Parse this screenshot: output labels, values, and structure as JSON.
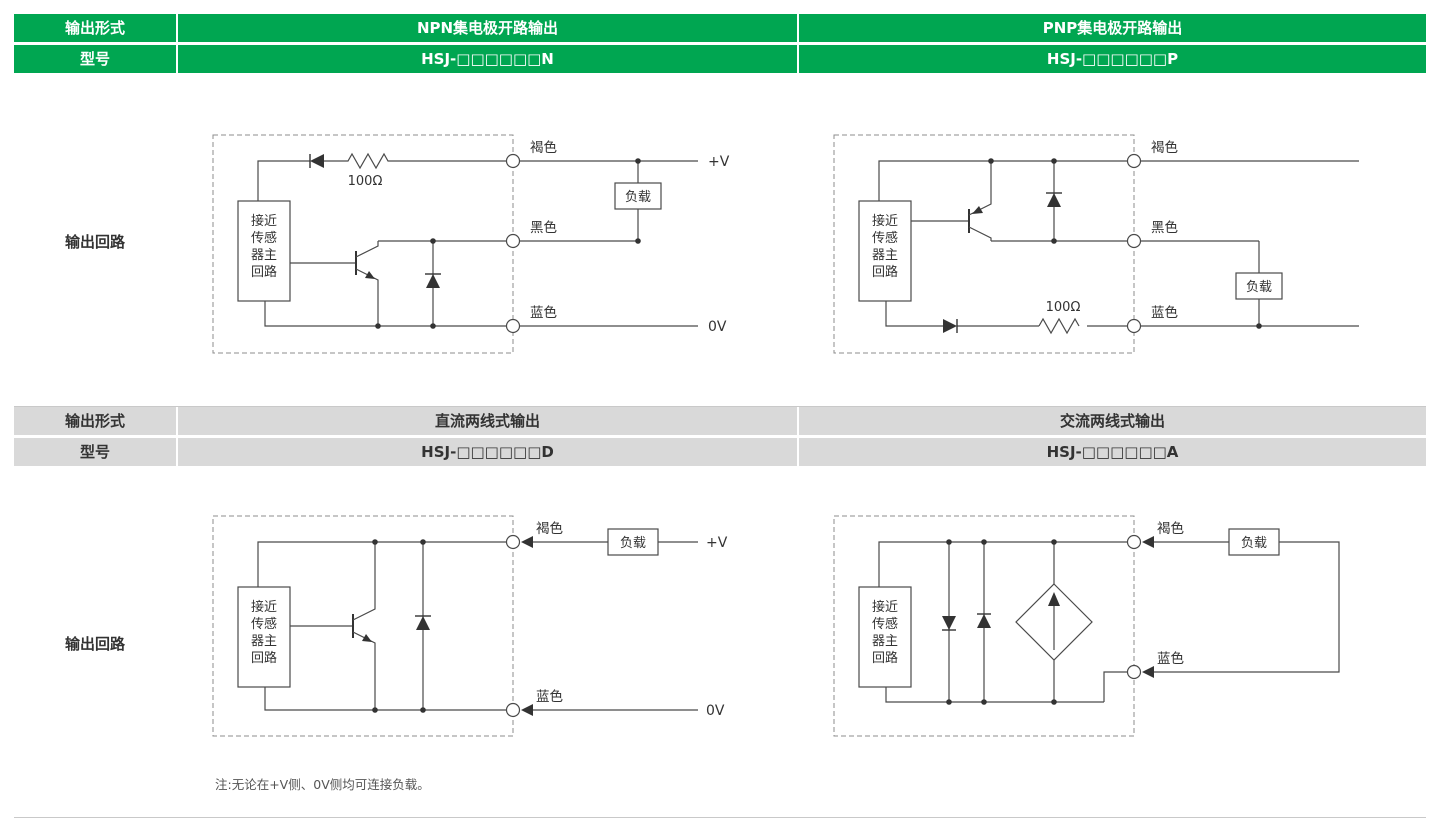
{
  "colors": {
    "header_green": "#00a651",
    "header_gray": "#d9d9d9",
    "wire_line": "#4a4a4a"
  },
  "sections": [
    {
      "output_type_label": "输出形式",
      "model_label": "型号",
      "circuit_label": "输出回路",
      "columns": [
        {
          "output_type": "NPN集电极开路输出",
          "model": "HSJ-□□□□□□N"
        },
        {
          "output_type": "PNP集电极开路输出",
          "model": "HSJ-□□□□□□P"
        }
      ]
    },
    {
      "output_type_label": "输出形式",
      "model_label": "型号",
      "circuit_label": "输出回路",
      "note": "注:无论在+V侧、0V侧均可连接负载。",
      "columns": [
        {
          "output_type": "直流两线式输出",
          "model": "HSJ-□□□□□□D"
        },
        {
          "output_type": "交流两线式输出",
          "model": "HSJ-□□□□□□A"
        }
      ]
    }
  ],
  "diagram": {
    "sensor_lines": [
      "接近",
      "传感",
      "器主",
      "回路"
    ],
    "wire_brown": "褐色",
    "wire_black": "黑色",
    "wire_blue": "蓝色",
    "supply_pos": "+V",
    "supply_neg": "0V",
    "load": "负载",
    "resistor": "100Ω"
  }
}
